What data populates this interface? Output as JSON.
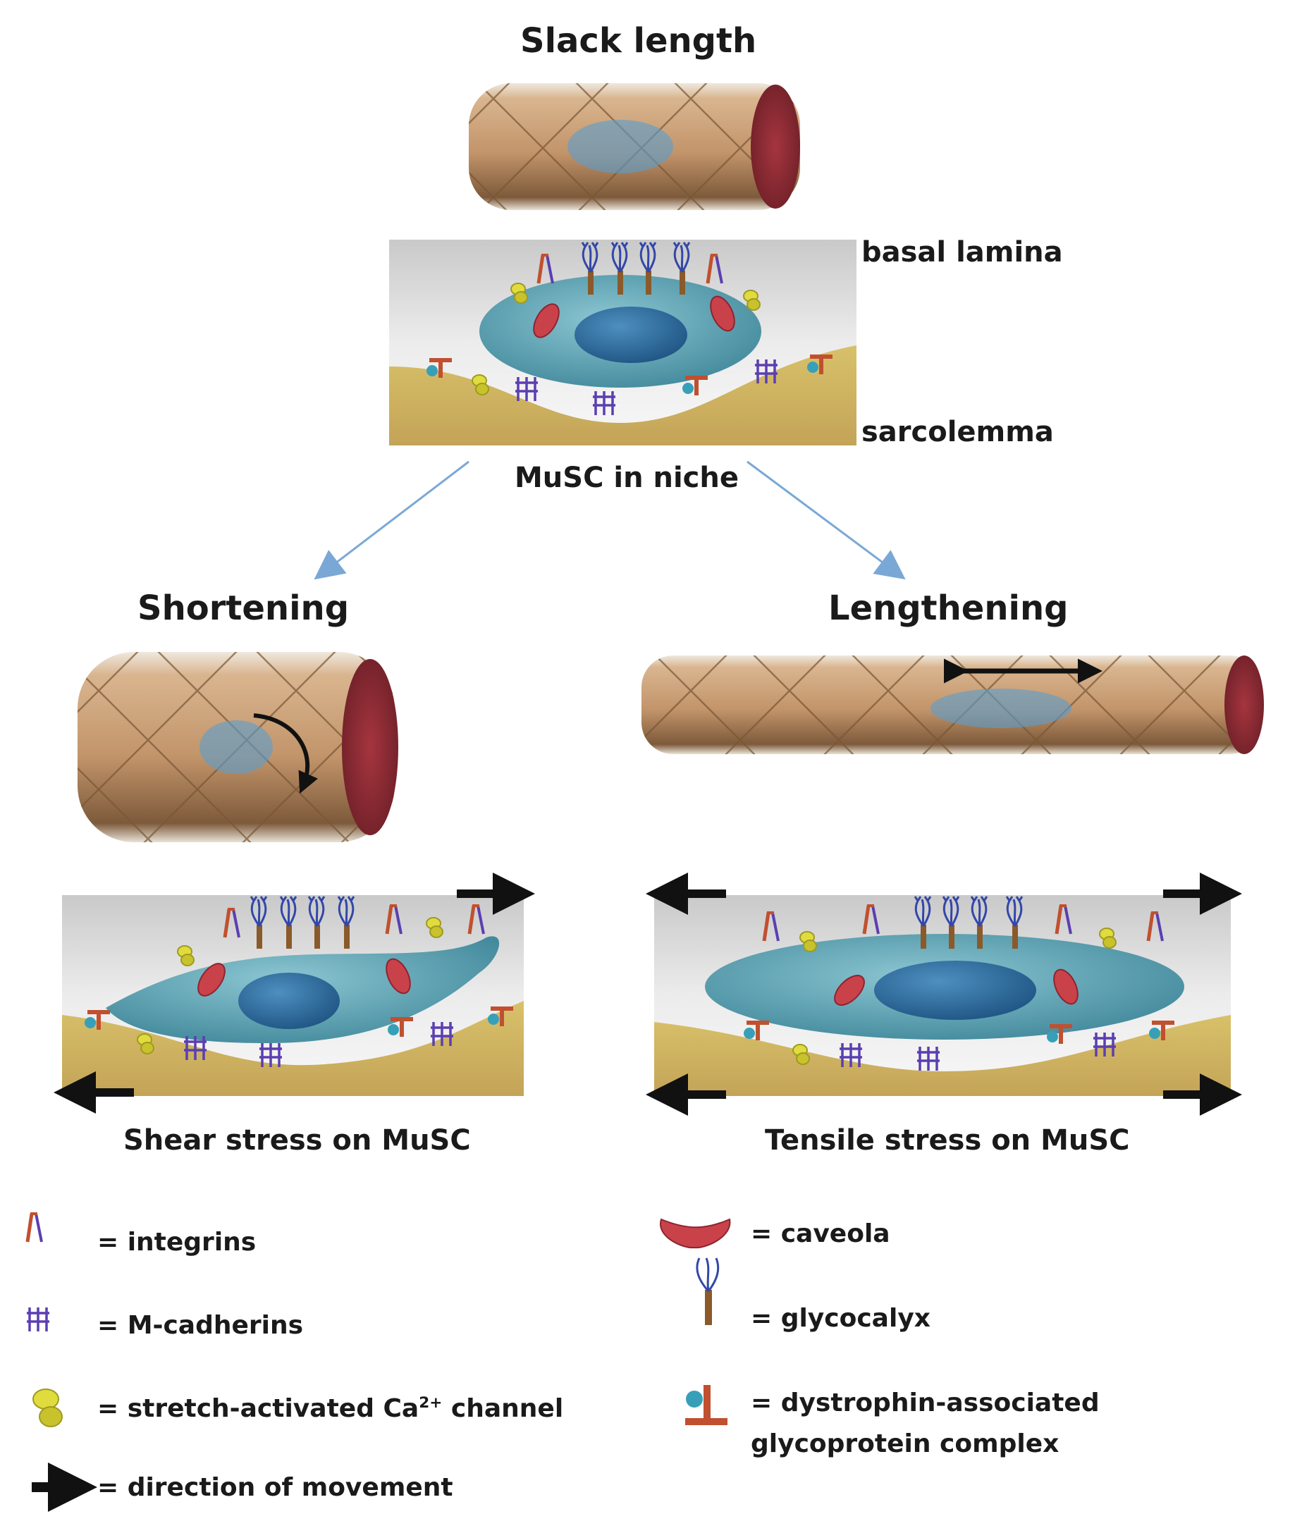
{
  "titles": {
    "slack": "Slack length",
    "shortening": "Shortening",
    "lengthening": "Lengthening"
  },
  "niche_labels": {
    "basal_lamina": "basal lamina",
    "sarcolemma": "sarcolemma",
    "caption": "MuSC in niche"
  },
  "captions": {
    "shear": "Shear stress on MuSC",
    "tensile": "Tensile stress on MuSC"
  },
  "legend": {
    "integrins": "= integrins",
    "m_cadherins": "= M-cadherins",
    "channel_pre": "= stretch-activated Ca",
    "channel_sup": "2+",
    "channel_post": " channel",
    "direction": "= direction of movement",
    "caveola": "= caveola",
    "glycocalyx": "= glycocalyx",
    "dag_line1": "= dystrophin-associated",
    "dag_line2": "glycoprotein complex"
  },
  "icons": [
    "integrin-icon",
    "m-cadherin-icon",
    "calcium-channel-icon",
    "arrow-icon",
    "caveola-icon",
    "glycocalyx-icon",
    "dystrophin-complex-icon"
  ],
  "colors": {
    "fiber": "#c49a72",
    "fiber_end": "#8e2f35",
    "cell": "#5fa4b3",
    "nucleus": "#2f6f9e",
    "sarcolemma": "#d9c168",
    "caveola": "#c9424a",
    "glycocalyx": "#3347a8",
    "integrin": "#c0502f",
    "cadherin": "#5b3fb0",
    "channel": "#d8d23a",
    "flow_arrow": "#7aa8d6"
  }
}
